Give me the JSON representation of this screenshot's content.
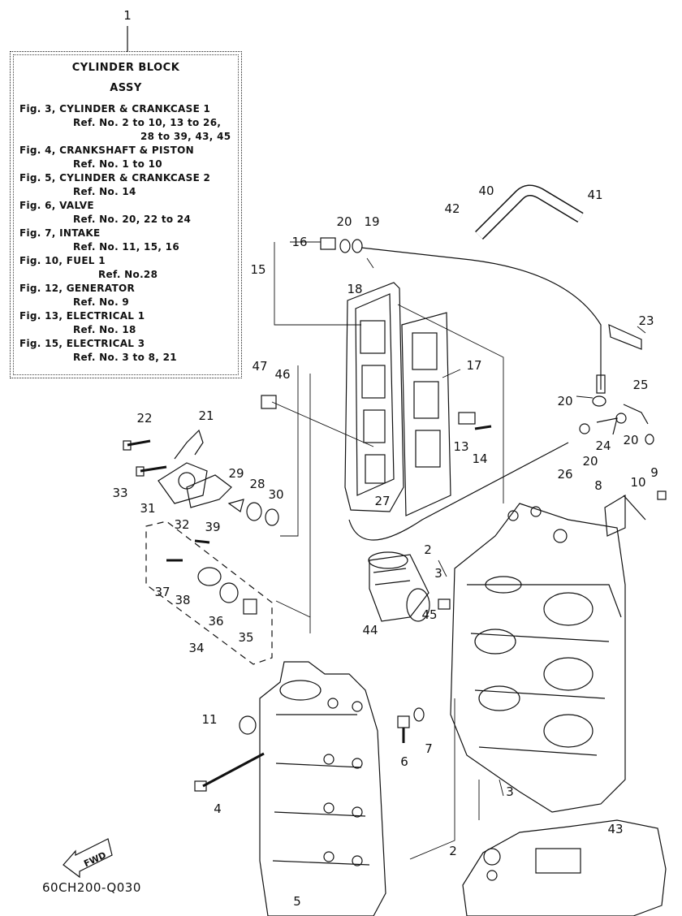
{
  "assembly": {
    "ref": "1",
    "title_line1": "CYLINDER BLOCK",
    "title_line2": "ASSY",
    "lines": [
      "Fig. 3, CYLINDER & CRANKCASE 1",
      "Ref. No. 2 to 10, 13 to 26,",
      "28 to 39, 43, 45",
      "Fig. 4, CRANKSHAFT & PISTON",
      "Ref. No. 1 to 10",
      "Fig. 5, CYLINDER & CRANKCASE 2",
      "Ref. No. 14",
      "Fig. 6, VALVE",
      "Ref. No. 20, 22 to 24",
      "Fig. 7, INTAKE",
      "Ref. No. 11, 15, 16",
      "Fig. 10, FUEL 1",
      "Ref. No.28",
      "Fig. 12, GENERATOR",
      "Ref. No. 9",
      "Fig. 13, ELECTRICAL 1",
      "Ref. No. 18",
      "Fig. 15, ELECTRICAL 3",
      "Ref. No. 3 to 8, 21"
    ]
  },
  "callouts": [
    "1",
    "2",
    "3",
    "4",
    "5",
    "6",
    "7",
    "8",
    "9",
    "10",
    "11",
    "13",
    "14",
    "15",
    "16",
    "17",
    "18",
    "19",
    "20",
    "21",
    "22",
    "23",
    "24",
    "25",
    "26",
    "27",
    "28",
    "29",
    "30",
    "31",
    "32",
    "33",
    "34",
    "35",
    "36",
    "37",
    "38",
    "39",
    "40",
    "41",
    "42",
    "43",
    "44",
    "45",
    "46",
    "47",
    "2",
    "3",
    "20",
    "20",
    "20"
  ],
  "diagram_code": "60CH200-Q030",
  "fwd_label": "FWD"
}
